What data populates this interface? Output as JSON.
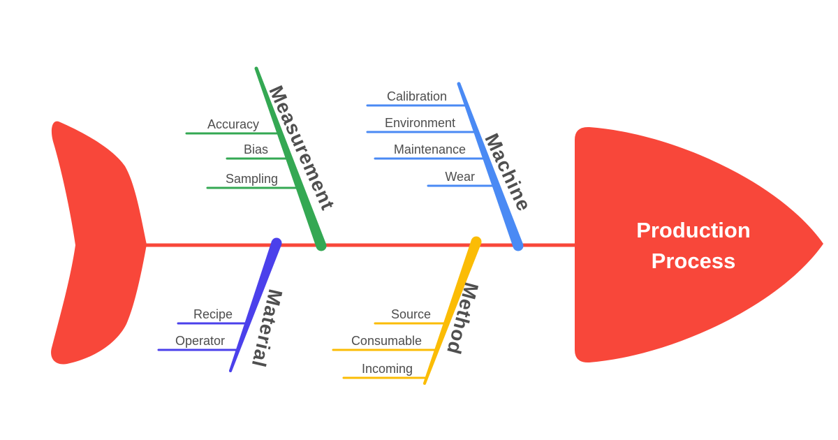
{
  "diagram": {
    "type": "fishbone-ishikawa",
    "title": "Production Process",
    "colors": {
      "fish_red": "#F8473A",
      "branch_label_text": "#4F4F4F",
      "cause_label_text": "#4D4D4D",
      "title_text": "#FFFFFF"
    },
    "branches": [
      {
        "id": "measurement",
        "label": "Measurement",
        "position": "top-left",
        "color": "#34A853",
        "items": [
          "Accuracy",
          "Bias",
          "Sampling"
        ]
      },
      {
        "id": "machine",
        "label": "Machine",
        "position": "top-right",
        "color": "#4A8AF4",
        "items": [
          "Calibration",
          "Environment",
          "Maintenance",
          "Wear"
        ]
      },
      {
        "id": "material",
        "label": "Material",
        "position": "bottom-left",
        "color": "#4B40EB",
        "items": [
          "Recipe",
          "Operator"
        ]
      },
      {
        "id": "method",
        "label": "Method",
        "position": "bottom-right",
        "color": "#FBBC05",
        "items": [
          "Source",
          "Consumable",
          "Incoming"
        ]
      }
    ]
  }
}
